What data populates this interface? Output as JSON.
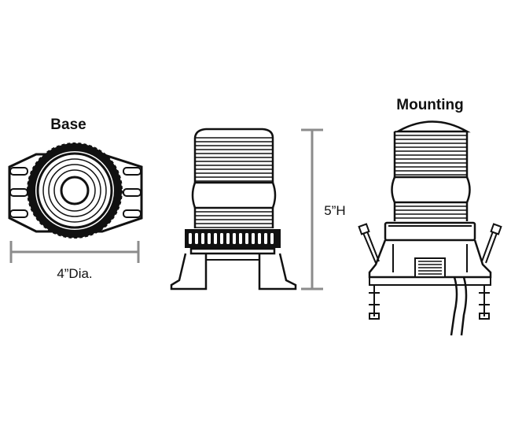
{
  "labels": {
    "base": "Base",
    "mounting": "Mounting",
    "diameter": "4”Dia.",
    "height": "5”H"
  },
  "colors": {
    "line": "#111111",
    "dimension": "#8c8c8c",
    "background": "#ffffff"
  }
}
